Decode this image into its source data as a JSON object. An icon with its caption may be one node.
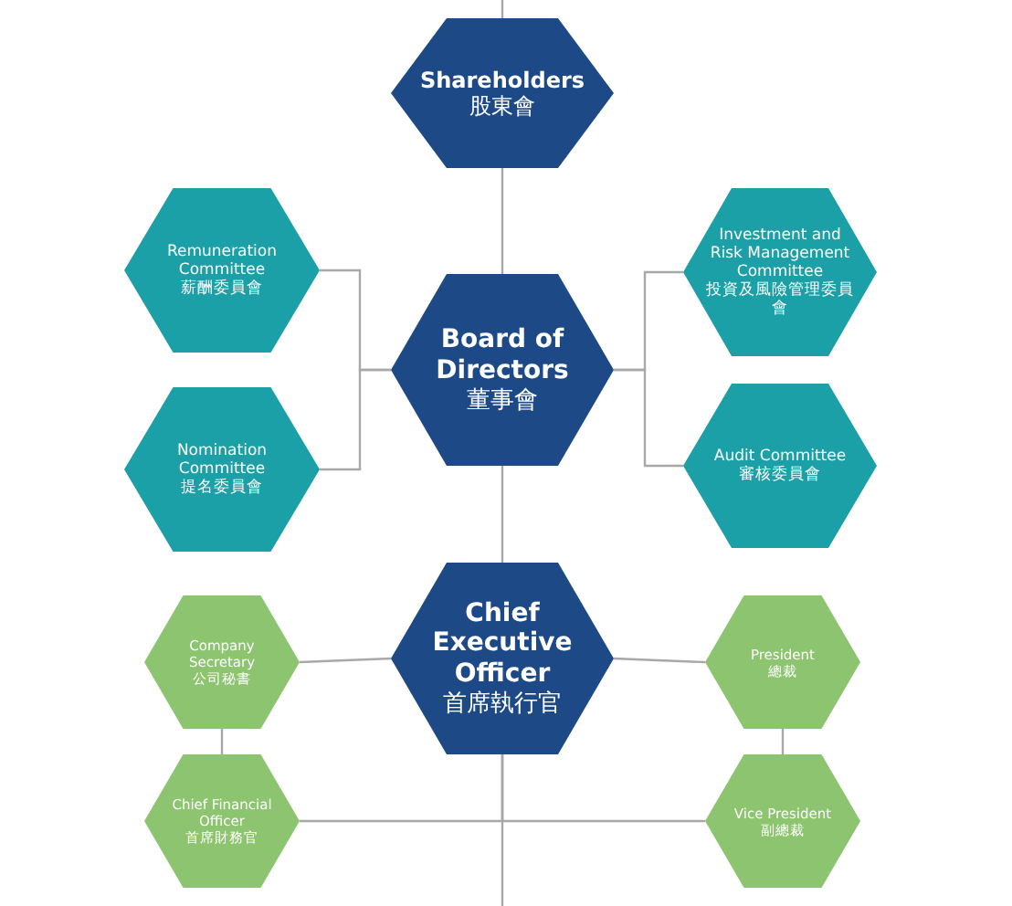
{
  "diagram": {
    "nodes": [
      {
        "text": [
          "Shareholders",
          "股東會"
        ]
      },
      {
        "text": [
          "Remuneration Committee",
          "薪酬委員會"
        ]
      },
      {
        "text": [
          "Investment and Risk Management Committee",
          "投資及風險管理委員會"
        ]
      },
      {
        "text": [
          "Board of Directors",
          "董事會"
        ]
      },
      {
        "text": [
          "Nomination Committee",
          "提名委員會"
        ]
      },
      {
        "text": [
          "Audit Committee",
          "審核委員會"
        ]
      },
      {
        "text": [
          "Chief Executive Officer",
          "首席執行官"
        ]
      },
      {
        "text": [
          "Company Secretary",
          "公司秘書"
        ]
      },
      {
        "text": [
          "President",
          "總裁"
        ]
      },
      {
        "text": [
          "Chief Financial Officer",
          "首席財務官"
        ]
      },
      {
        "text": [
          "Vice President",
          "副總裁"
        ]
      }
    ],
    "edges": [
      {
        "from": null,
        "to": 0,
        "arrow": "none"
      },
      {
        "from": 0,
        "to": 3,
        "arrow": "none"
      },
      {
        "from": 3,
        "to": 1,
        "arrow": "none"
      },
      {
        "from": 3,
        "to": 4,
        "arrow": "none"
      },
      {
        "from": 3,
        "to": 2,
        "arrow": "none"
      },
      {
        "from": 3,
        "to": 5,
        "arrow": "none"
      },
      {
        "from": 3,
        "to": 6,
        "arrow": "none"
      },
      {
        "from": 6,
        "to": 7,
        "arrow": "none"
      },
      {
        "from": 6,
        "to": 8,
        "arrow": "none"
      },
      {
        "from": 7,
        "to": 9,
        "arrow": "none"
      },
      {
        "from": 8,
        "to": 10,
        "arrow": "none"
      },
      {
        "from": 6,
        "to": 9,
        "arrow": "none"
      },
      {
        "from": 6,
        "to": 10,
        "arrow": "none"
      },
      {
        "from": 6,
        "to": null,
        "arrow": "none"
      }
    ]
  }
}
